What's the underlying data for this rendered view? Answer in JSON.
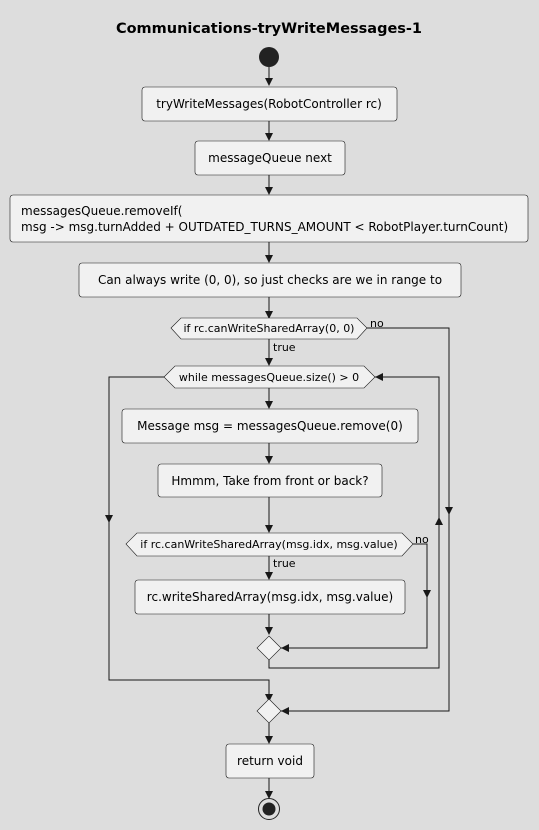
{
  "title": "Communications-tryWriteMessages-1",
  "nodes": {
    "method": "tryWriteMessages(RobotController rc)",
    "next": "messageQueue next",
    "remove_line1": "messagesQueue.removeIf(",
    "remove_line2": "msg -> msg.turnAdded + OUTDATED_TURNS_AMOUNT < RobotPlayer.turnCount)",
    "comment": "Can always write (0, 0), so just checks are we in range to",
    "message": "Message msg = messagesQueue.remove(0)",
    "hmmm": "Hmmm, Take from front or back?",
    "write": "rc.writeSharedArray(msg.idx, msg.value)",
    "return": "return void"
  },
  "conditions": {
    "outer_if": "if rc.canWriteSharedArray(0, 0)",
    "while": "while messagesQueue.size() > 0",
    "inner_if": "if rc.canWriteSharedArray(msg.idx, msg.value)"
  },
  "labels": {
    "outer_true": "true",
    "outer_no": "no",
    "inner_true": "true",
    "inner_no": "no"
  },
  "colors": {
    "background": "#dddddd",
    "node_fill": "#f1f1f1",
    "stroke": "#181818"
  }
}
